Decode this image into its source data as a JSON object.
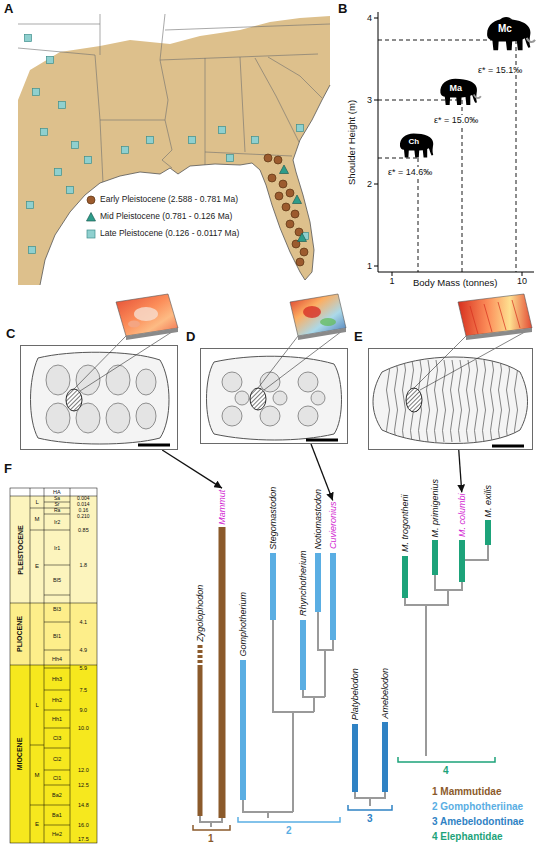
{
  "diagram": {
    "nodes": [
      {
        "text": [
          "C"
        ]
      },
      {
        "text": [
          "D"
        ]
      },
      {
        "text": [
          "E"
        ]
      },
      {
        "text": [
          "Mammut"
        ]
      },
      {
        "text": [
          "Cuvieronius"
        ]
      },
      {
        "text": [
          "M. columbi"
        ]
      }
    ],
    "edges": [
      {
        "from": 0,
        "to": 3,
        "arrow": "to"
      },
      {
        "from": 1,
        "to": 4,
        "arrow": "to"
      },
      {
        "from": 2,
        "to": 5,
        "arrow": "to"
      }
    ],
    "labels": [
      "A",
      "B",
      "F",
      "Shoulder Height (m)",
      "Body Mass (tonnes)",
      "4",
      "3",
      "2",
      "1",
      "1",
      "10",
      "Mc",
      "Ma",
      "Ch",
      "ε* = 15.1‰",
      "ε* = 15.0‰",
      "ε* = 14.6‰",
      "HA",
      "PLEISTOCENE",
      "PLIOCENE",
      "MIOCENE",
      "L",
      "M",
      "E",
      "L",
      "M",
      "E",
      "Sa",
      "Sr",
      "Ra",
      "Ir2",
      "Ir1",
      "Bl5",
      "Bl3",
      "Bl1",
      "Hh4",
      "Hh3",
      "Hh2",
      "Hh1",
      "Cl3",
      "Cl2",
      "Cl1",
      "Ba2",
      "Ba1",
      "He2",
      "0.004",
      "0.014",
      "0.16",
      "0.210",
      "0.85",
      "1.8",
      "4.1",
      "4.9",
      "5.9",
      "7.5",
      "9.0",
      "10.0",
      "12.0",
      "12.5",
      "14.8",
      "16.0",
      "17.5",
      "Zygolophodon",
      "Gomphotherium",
      "Stegomastodon",
      "Rhynchotherium",
      "Notiomastodon",
      "Platybelodon",
      "Amebelodon",
      "M. trogontherii",
      "M. primigenius",
      "M. exilis",
      "1",
      "2",
      "3",
      "4"
    ],
    "legend": [
      {
        "text": "Early Pleistocene (2.588 - 0.781 Ma)",
        "color": "#9c5b2e"
      },
      {
        "text": "Mid Pleistocene (0.781 - 0.126 Ma)",
        "color": "#2d9c8a"
      },
      {
        "text": "Late Pleistocene (0.126 - 0.0117 Ma)",
        "color": "#8fd0cf"
      },
      {
        "text": "1 Mammutidae",
        "color": "#8b5a2b"
      },
      {
        "text": "2 Gomphotheriinae",
        "color": "#5aaee3"
      },
      {
        "text": "3 Amebelodontinae",
        "color": "#2f82c4"
      },
      {
        "text": "4 Elephantidae",
        "color": "#1da37a"
      }
    ]
  }
}
